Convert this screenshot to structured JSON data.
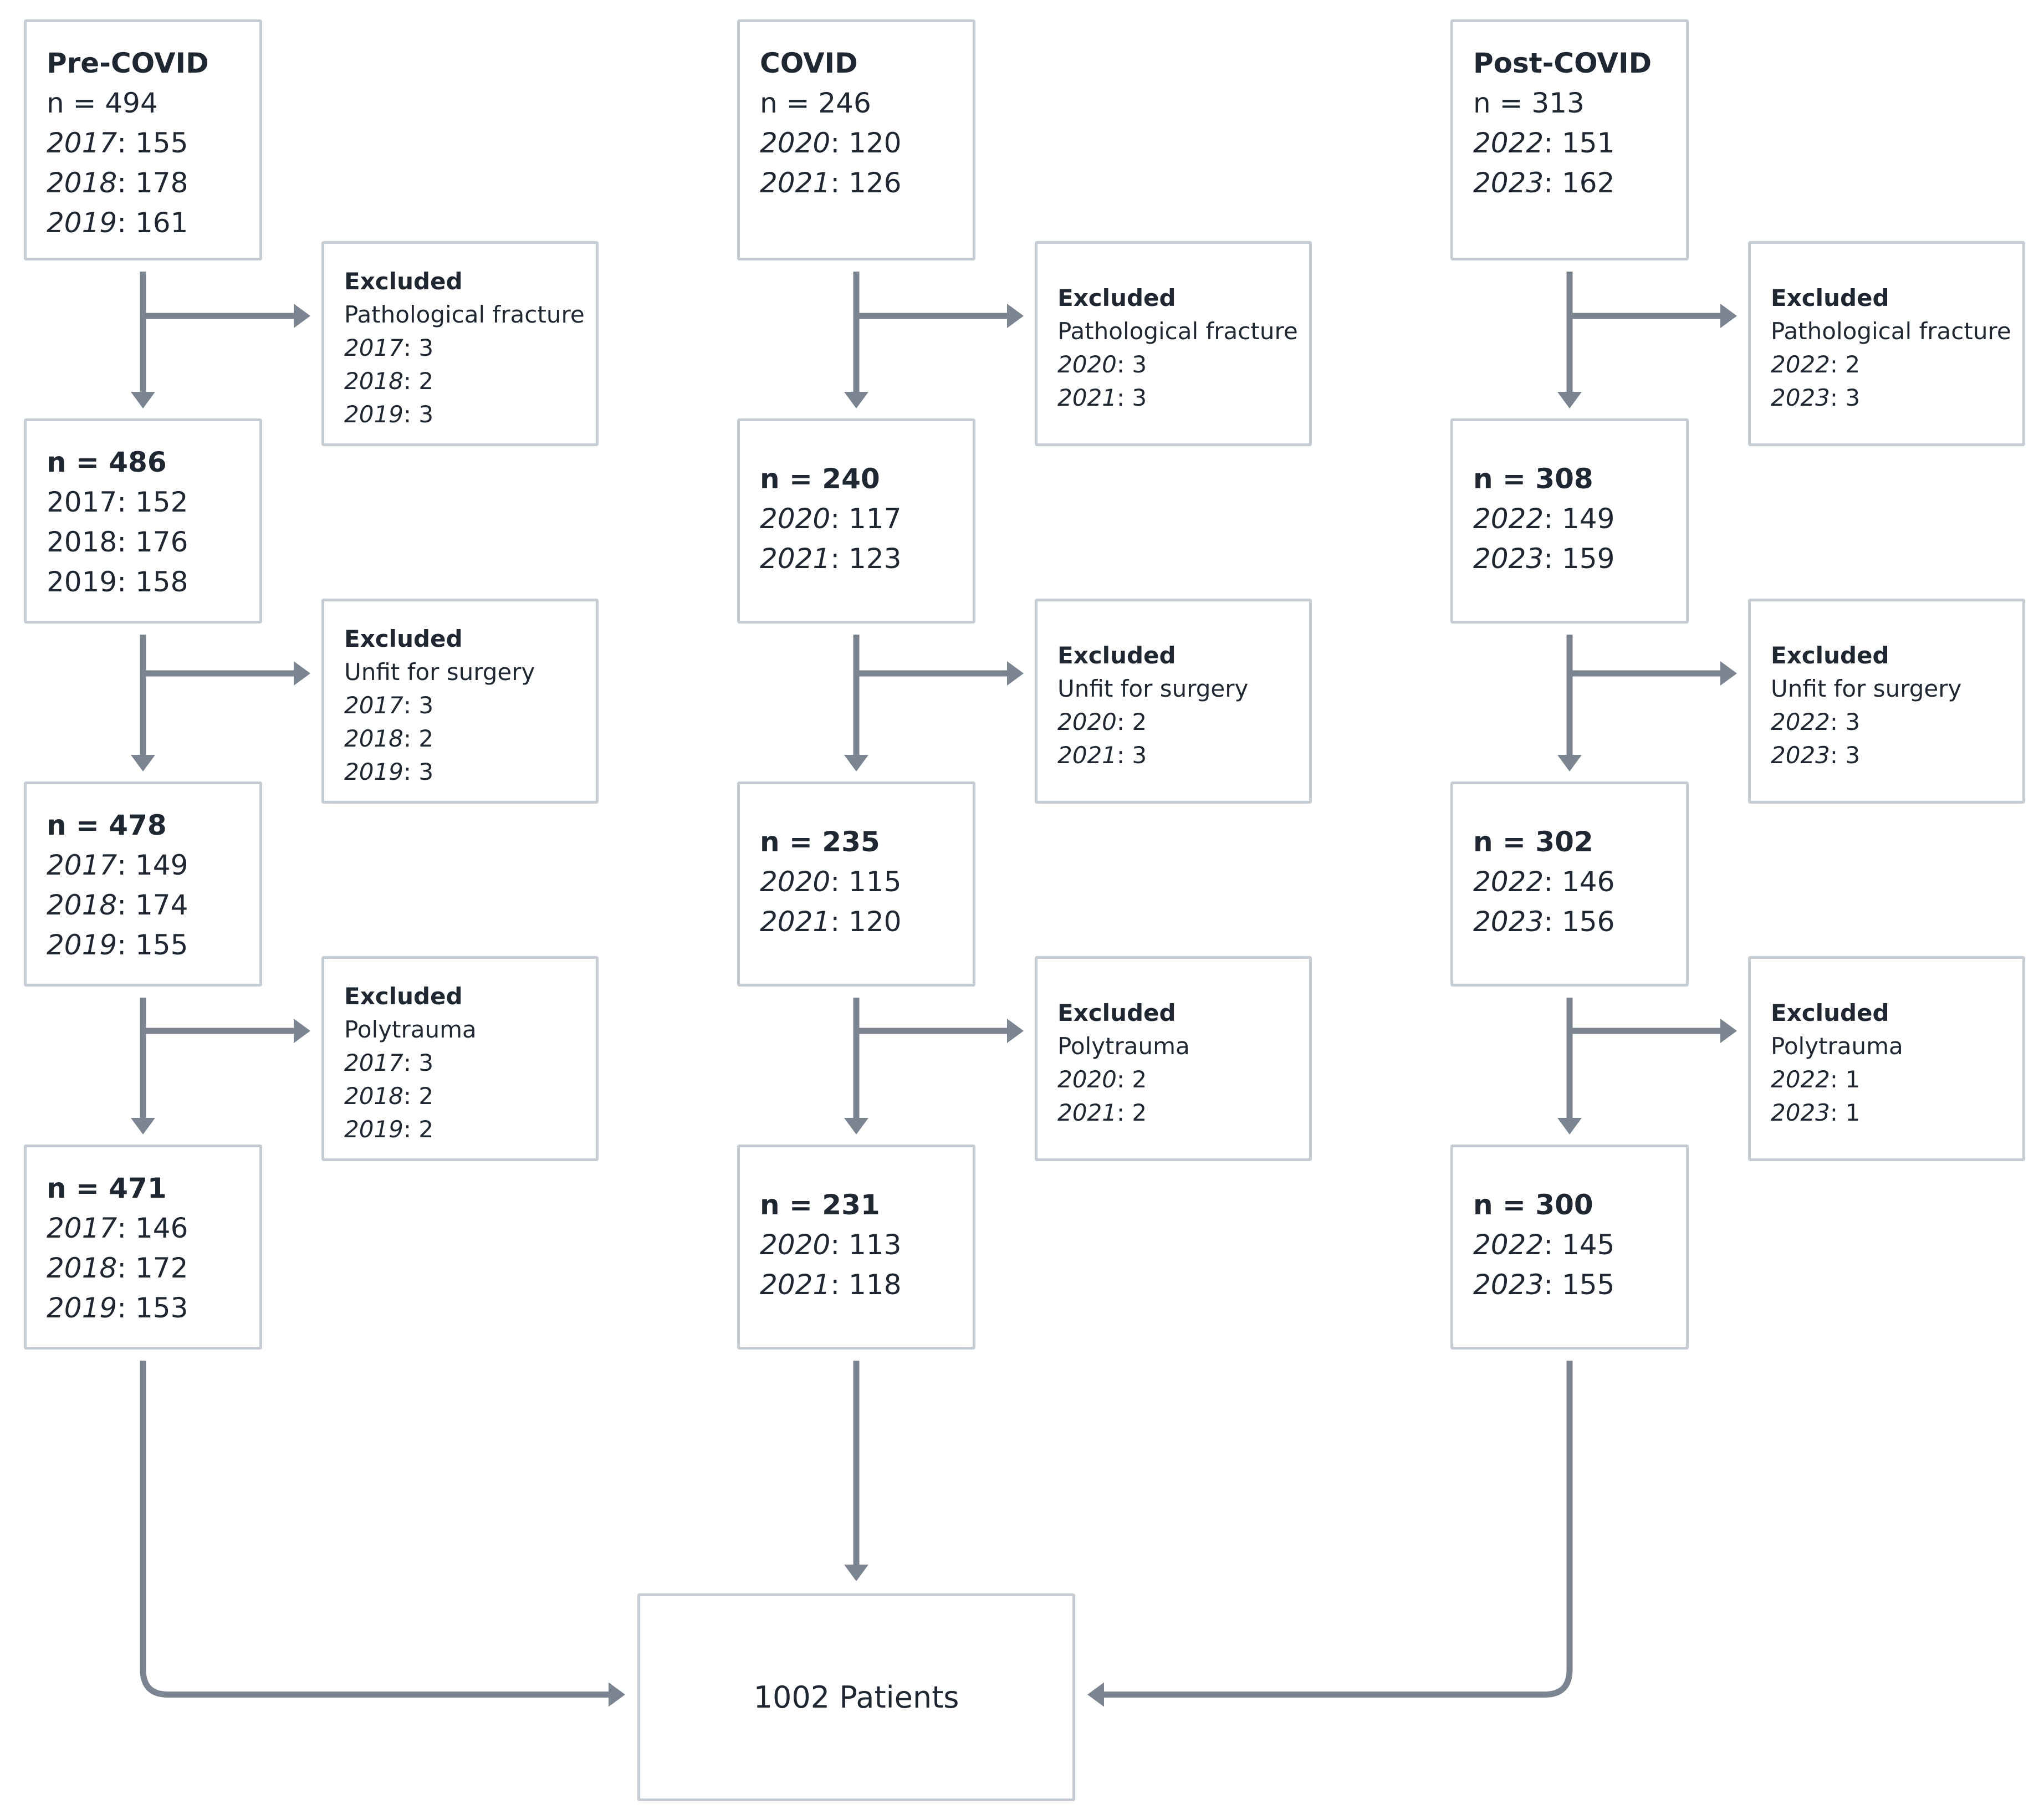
{
  "columns": [
    {
      "name": "pre-covid",
      "title": "Pre-COVID",
      "start": [
        {
          "text": "n = 494"
        },
        {
          "year": "2017",
          "value": ": 155"
        },
        {
          "year": "2018",
          "value": ": 178"
        },
        {
          "year": "2019",
          "value": ": 161"
        }
      ],
      "steps": [
        {
          "exclusion": {
            "heading": "Excluded",
            "reason": "Pathological fracture",
            "rows": [
              {
                "year": "2017",
                "value": ": 3"
              },
              {
                "year": "2018",
                "value": ": 2"
              },
              {
                "year": "2019",
                "value": ": 3"
              }
            ]
          },
          "result": {
            "heading": "n = 486",
            "rows": [
              {
                "text": "2017: 152"
              },
              {
                "text": "2018: 176"
              },
              {
                "text": "2019: 158"
              }
            ]
          }
        },
        {
          "exclusion": {
            "heading": "Excluded",
            "reason": "Unfit for surgery",
            "rows": [
              {
                "year": "2017",
                "value": ": 3"
              },
              {
                "year": "2018",
                "value": ": 2"
              },
              {
                "year": "2019",
                "value": ": 3"
              }
            ]
          },
          "result": {
            "heading": "n = 478",
            "rows": [
              {
                "year": "2017",
                "value": ": 149"
              },
              {
                "year": "2018",
                "value": ": 174"
              },
              {
                "year": "2019",
                "value": ": 155"
              }
            ]
          }
        },
        {
          "exclusion": {
            "heading": "Excluded",
            "reason": "Polytrauma",
            "rows": [
              {
                "year": "2017",
                "value": ": 3"
              },
              {
                "year": "2018",
                "value": ": 2"
              },
              {
                "year": "2019",
                "value": ": 2"
              }
            ]
          },
          "result": {
            "heading": "n = 471",
            "rows": [
              {
                "year": "2017",
                "value": ": 146"
              },
              {
                "year": "2018",
                "value": ": 172"
              },
              {
                "year": "2019",
                "value": ": 153"
              }
            ]
          }
        }
      ]
    },
    {
      "name": "covid",
      "title": "COVID",
      "start": [
        {
          "text": "n = 246"
        },
        {
          "year": "2020",
          "value": ": 120"
        },
        {
          "year": "2021",
          "value": ": 126"
        }
      ],
      "steps": [
        {
          "exclusion": {
            "heading": "Excluded",
            "reason": "Pathological fracture",
            "rows": [
              {
                "year": "2020",
                "value": ": 3"
              },
              {
                "year": "2021",
                "value": ": 3"
              }
            ]
          },
          "result": {
            "heading": "n = 240",
            "rows": [
              {
                "year": "2020",
                "value": ": 117"
              },
              {
                "year": "2021",
                "value": ": 123"
              }
            ]
          }
        },
        {
          "exclusion": {
            "heading": "Excluded",
            "reason": "Unfit for surgery",
            "rows": [
              {
                "year": "2020",
                "value": ": 2"
              },
              {
                "year": "2021",
                "value": ": 3"
              }
            ]
          },
          "result": {
            "heading": "n = 235",
            "rows": [
              {
                "year": "2020",
                "value": ": 115"
              },
              {
                "year": "2021",
                "value": ": 120"
              }
            ]
          }
        },
        {
          "exclusion": {
            "heading": "Excluded",
            "reason": "Polytrauma",
            "rows": [
              {
                "year": "2020",
                "value": ": 2"
              },
              {
                "year": "2021",
                "value": ": 2"
              }
            ]
          },
          "result": {
            "heading": "n = 231",
            "rows": [
              {
                "year": "2020",
                "value": ": 113"
              },
              {
                "year": "2021",
                "value": ": 118"
              }
            ]
          }
        }
      ]
    },
    {
      "name": "post-covid",
      "title": "Post-COVID",
      "start": [
        {
          "text": "n = 313"
        },
        {
          "year": "2022",
          "value": ": 151"
        },
        {
          "year": "2023",
          "value": ": 162"
        }
      ],
      "steps": [
        {
          "exclusion": {
            "heading": "Excluded",
            "reason": "Pathological fracture",
            "rows": [
              {
                "year": "2022",
                "value": ": 2"
              },
              {
                "year": "2023",
                "value": ": 3"
              }
            ]
          },
          "result": {
            "heading": "n = 308",
            "rows": [
              {
                "year": "2022",
                "value": ": 149"
              },
              {
                "year": "2023",
                "value": ": 159"
              }
            ]
          }
        },
        {
          "exclusion": {
            "heading": "Excluded",
            "reason": "Unfit for surgery",
            "rows": [
              {
                "year": "2022",
                "value": ": 3"
              },
              {
                "year": "2023",
                "value": ": 3"
              }
            ]
          },
          "result": {
            "heading": "n = 302",
            "rows": [
              {
                "year": "2022",
                "value": ": 146"
              },
              {
                "year": "2023",
                "value": ": 156"
              }
            ]
          }
        },
        {
          "exclusion": {
            "heading": "Excluded",
            "reason": "Polytrauma",
            "rows": [
              {
                "year": "2022",
                "value": ": 1"
              },
              {
                "year": "2023",
                "value": ": 1"
              }
            ]
          },
          "result": {
            "heading": "n = 300",
            "rows": [
              {
                "year": "2022",
                "value": ": 145"
              },
              {
                "year": "2023",
                "value": ": 155"
              }
            ]
          }
        }
      ]
    }
  ],
  "total": {
    "label": "1002 Patients"
  },
  "colors": {
    "arrow": "#7a8591",
    "border": "#c6ccd3",
    "text": "#1f2733"
  }
}
